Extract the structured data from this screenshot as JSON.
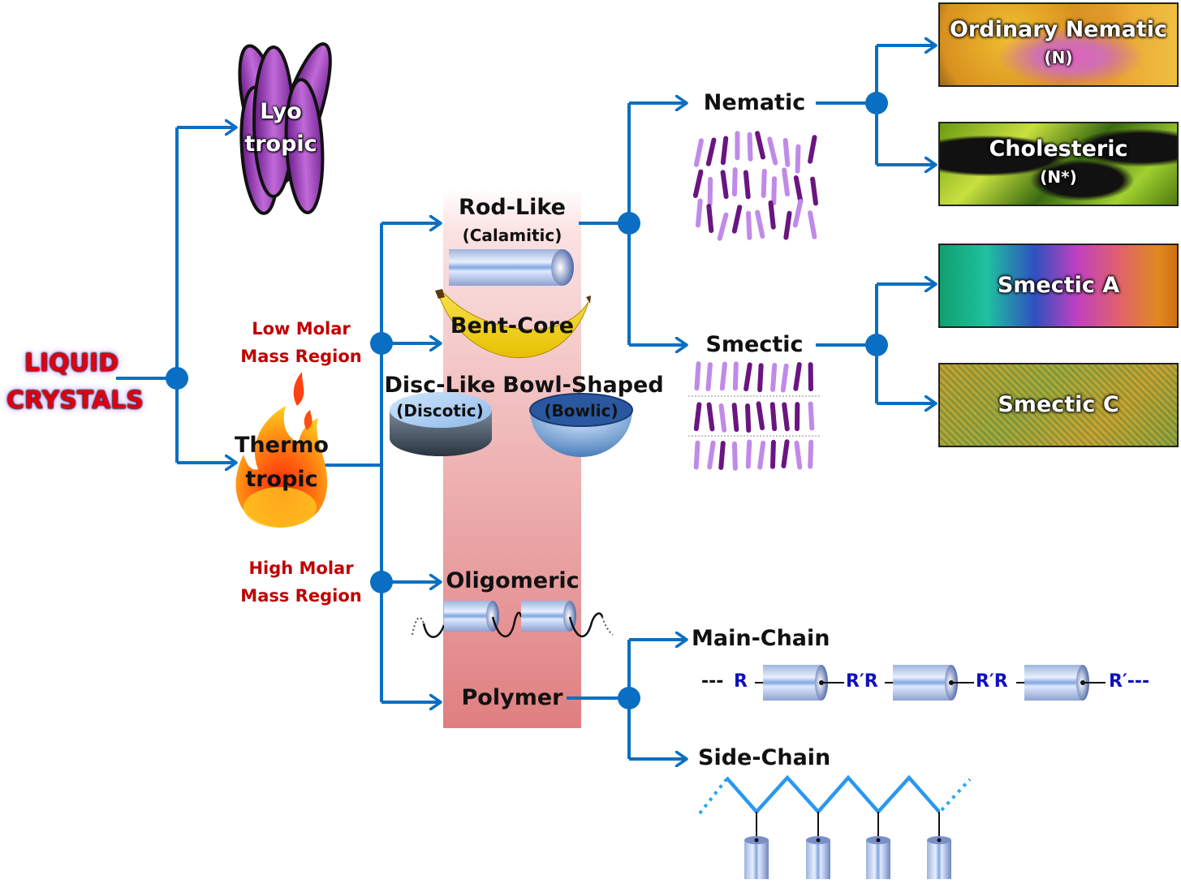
{
  "title": {
    "line1": "LIQUID",
    "line2": "CRYSTALS"
  },
  "colors": {
    "connector": "#0a6fc2",
    "region_label": "#c00000",
    "title_fill": "#e00010",
    "band_top": "#fbe6e6",
    "band_bottom": "#e07e80"
  },
  "branches": {
    "lyotropic": {
      "line1": "Lyo",
      "line2": "tropic",
      "icon": "purple-rods-cluster"
    },
    "thermotropic": {
      "line1": "Thermo",
      "line2": "tropic",
      "icon": "flame"
    }
  },
  "regions": {
    "low": {
      "line1": "Low Molar",
      "line2": "Mass Region"
    },
    "high": {
      "line1": "High Molar",
      "line2": "Mass Region"
    }
  },
  "mesogens": {
    "rod": {
      "label": "Rod-Like",
      "sub": "(Calamitic)",
      "icon": "cylinder"
    },
    "bent": {
      "label": "Bent-Core",
      "icon": "banana"
    },
    "disc": {
      "label": "Disc-Like",
      "sub": "(Discotic)",
      "icon": "disc"
    },
    "bowl": {
      "label": "Bowl-Shaped",
      "sub": "(Bowlic)",
      "icon": "bowl"
    },
    "oligomeric": {
      "label": "Oligomeric",
      "icon": "linked-cylinders"
    },
    "polymer": {
      "label": "Polymer"
    }
  },
  "phases": {
    "nematic": {
      "label": "Nematic",
      "icon": "aligned-rods"
    },
    "smectic": {
      "label": "Smectic",
      "icon": "layered-rods"
    }
  },
  "textures": [
    {
      "label": "Ordinary Nematic",
      "sub": "(N)"
    },
    {
      "label": "Cholesteric",
      "sub": "(N*)"
    },
    {
      "label": "Smectic A",
      "sub": ""
    },
    {
      "label": "Smectic C",
      "sub": ""
    }
  ],
  "polymer_types": {
    "main": {
      "label": "Main-Chain",
      "chain": [
        "---",
        "R",
        "R′R",
        "R′R",
        "R′---"
      ]
    },
    "side": {
      "label": "Side-Chain"
    }
  }
}
